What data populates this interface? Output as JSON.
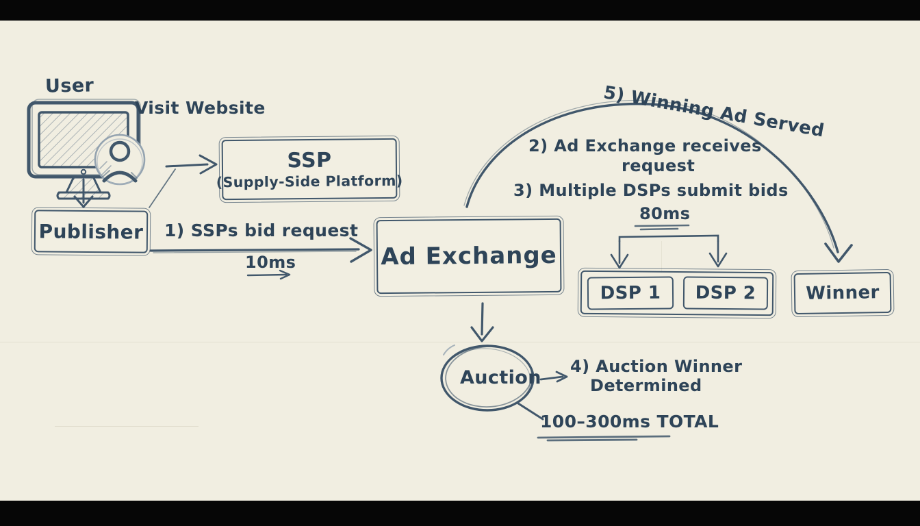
{
  "page": {
    "paper_color": "#f1eee1",
    "ink_color": "#41576b",
    "text_color": "#2e4458",
    "bar_color": "#060606"
  },
  "nodes": {
    "user_label": "User",
    "visit_website": "Visit Website",
    "ssp_title": "SSP",
    "ssp_subtitle": "(Supply-Side Platform)",
    "publisher": "Publisher",
    "ad_exchange": "Ad Exchange",
    "dsp1": "DSP 1",
    "dsp2": "DSP 2",
    "winner": "Winner",
    "auction": "Auction"
  },
  "annotations": {
    "step1": "1) SSPs bid request",
    "step1_time": "10ms",
    "step2_line1": "2) Ad Exchange receives",
    "step2_line2": "request",
    "step3": "3) Multiple DSPs submit bids",
    "step3_time": "80ms",
    "step4_line1": "4) Auction Winner",
    "step4_line2": "Determined",
    "step5": "5) Winning Ad Served",
    "total_time": "100–300ms TOTAL"
  }
}
